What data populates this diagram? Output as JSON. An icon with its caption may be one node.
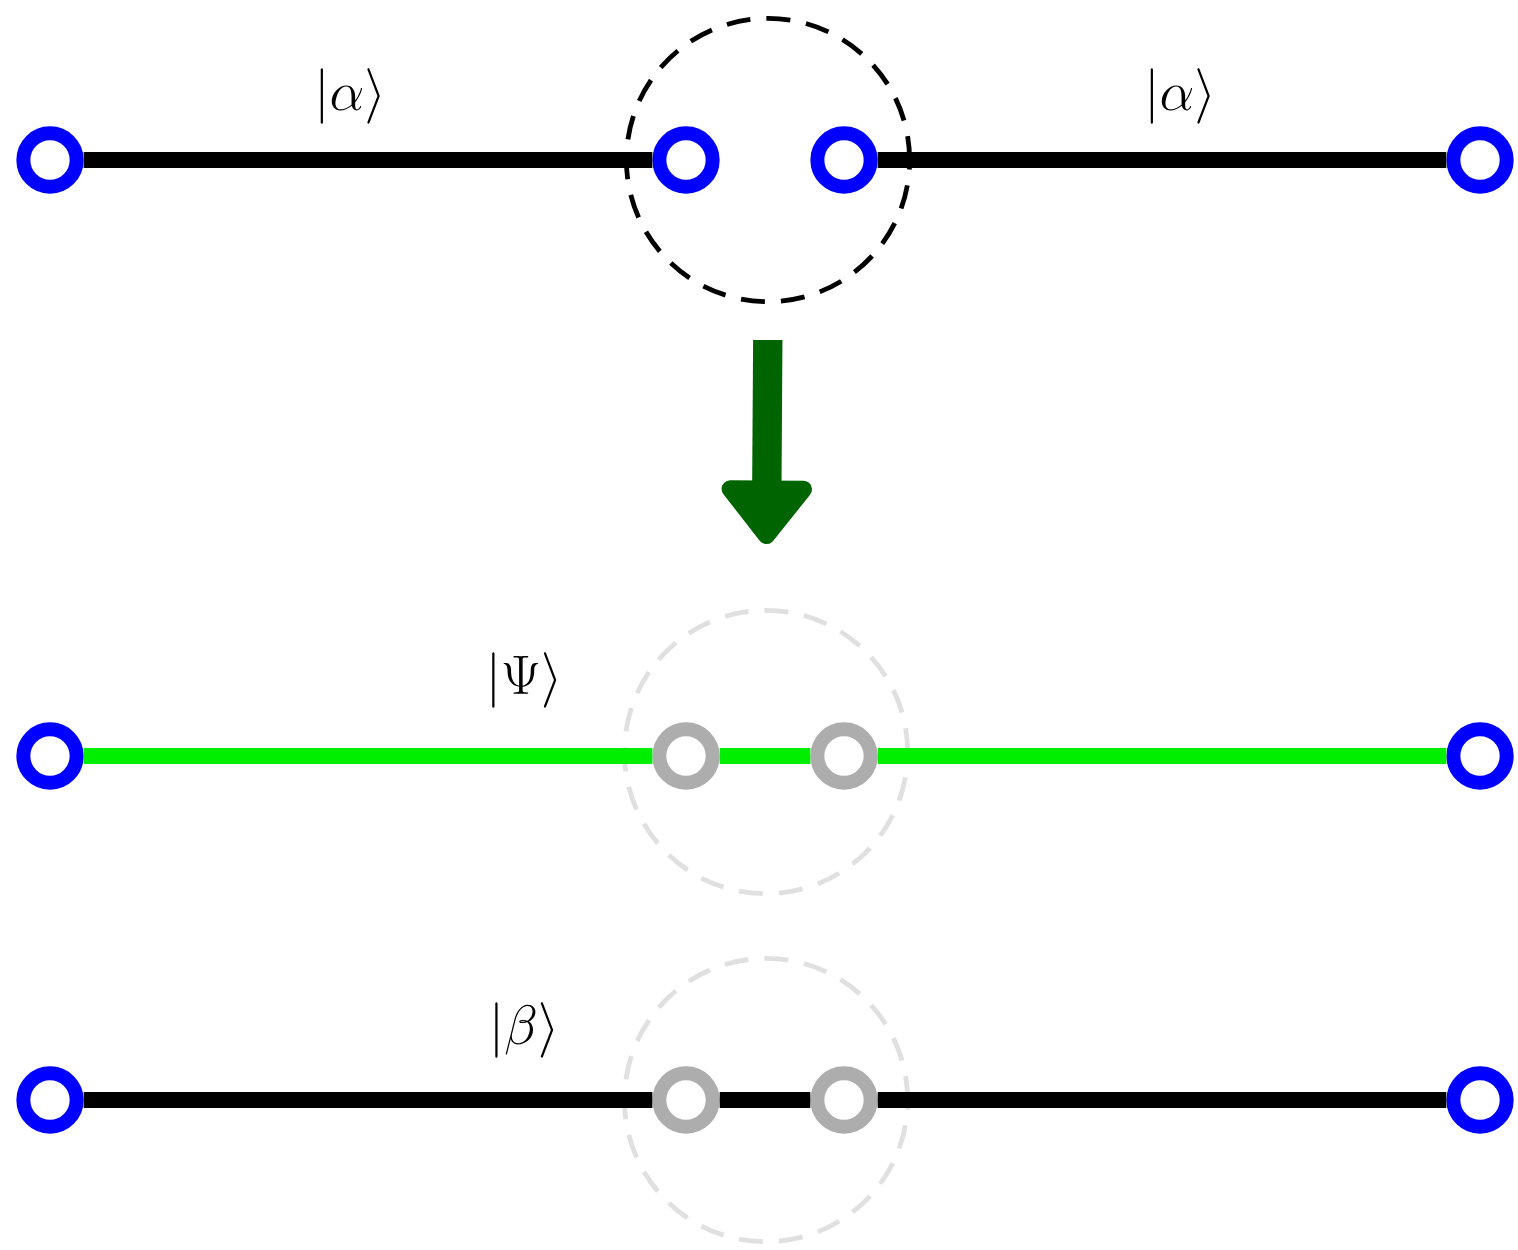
{
  "diagram": {
    "nodes": [
      {
        "text": [],
        "shape": "circle"
      },
      {
        "text": [],
        "shape": "circle"
      },
      {
        "text": [],
        "shape": "circle",
        "in": 0
      },
      {
        "text": [],
        "shape": "circle",
        "in": 0
      },
      {
        "text": [],
        "shape": "circle"
      },
      {
        "text": [],
        "shape": "circle"
      },
      {
        "text": [],
        "shape": "circle"
      },
      {
        "text": [],
        "shape": "circle",
        "in": 5
      },
      {
        "text": [],
        "shape": "circle",
        "in": 5
      },
      {
        "text": [],
        "shape": "circle"
      },
      {
        "text": [],
        "shape": "circle"
      },
      {
        "text": [],
        "shape": "circle"
      },
      {
        "text": [],
        "shape": "circle",
        "in": 10
      },
      {
        "text": [],
        "shape": "circle",
        "in": 10
      },
      {
        "text": [],
        "shape": "circle"
      }
    ],
    "edges": [
      {
        "from": 1,
        "to": 2,
        "arrow": "none",
        "label": "\\left|\\alpha\\right\\rangle"
      },
      {
        "from": 3,
        "to": 4,
        "arrow": "none",
        "label": "\\left|\\alpha\\right\\rangle"
      },
      {
        "from": 0,
        "to": 5,
        "arrow": "to",
        "style": "thick",
        "color": "#006400"
      },
      {
        "from": 6,
        "to": 7,
        "arrow": "none",
        "color": "#00ee00",
        "label": "\\Big|\\Psi\\Big\\rangle"
      },
      {
        "from": 7,
        "to": 8,
        "arrow": "none",
        "color": "#00ee00"
      },
      {
        "from": 8,
        "to": 9,
        "arrow": "none",
        "color": "#00ee00"
      },
      {
        "from": 11,
        "to": 12,
        "arrow": "none",
        "label": "\\Big|\\beta\\Big\\rangle"
      },
      {
        "from": 12,
        "to": 13,
        "arrow": "none"
      },
      {
        "from": 13,
        "to": 14,
        "arrow": "none"
      }
    ]
  }
}
